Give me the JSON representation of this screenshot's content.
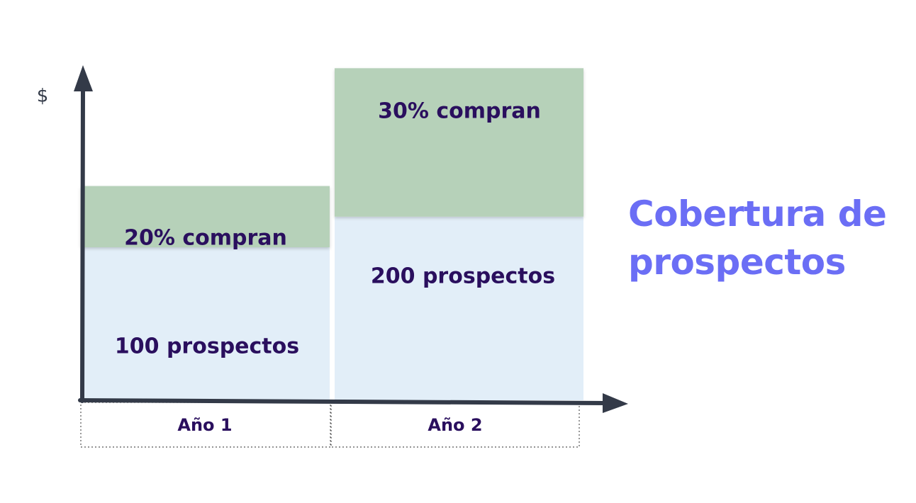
{
  "diagram": {
    "y_axis_label": "$",
    "title_lines": [
      "Cobertura de",
      "prospectos"
    ],
    "colors": {
      "prospects": "#e2eef8",
      "buyers": "#b6d1b9",
      "text": "#2a0f5e",
      "title": "#6b6ef5",
      "axis": "#333a48"
    },
    "bars": [
      {
        "category": "Año 1",
        "prospects_label": "100 prospectos",
        "buyers_label": "20% compran",
        "prospects_height": 100,
        "buyers_height": 40
      },
      {
        "category": "Año 2",
        "prospects_label": "200 prospectos",
        "buyers_label": "30% compran",
        "prospects_height": 120,
        "buyers_height": 97
      }
    ]
  }
}
